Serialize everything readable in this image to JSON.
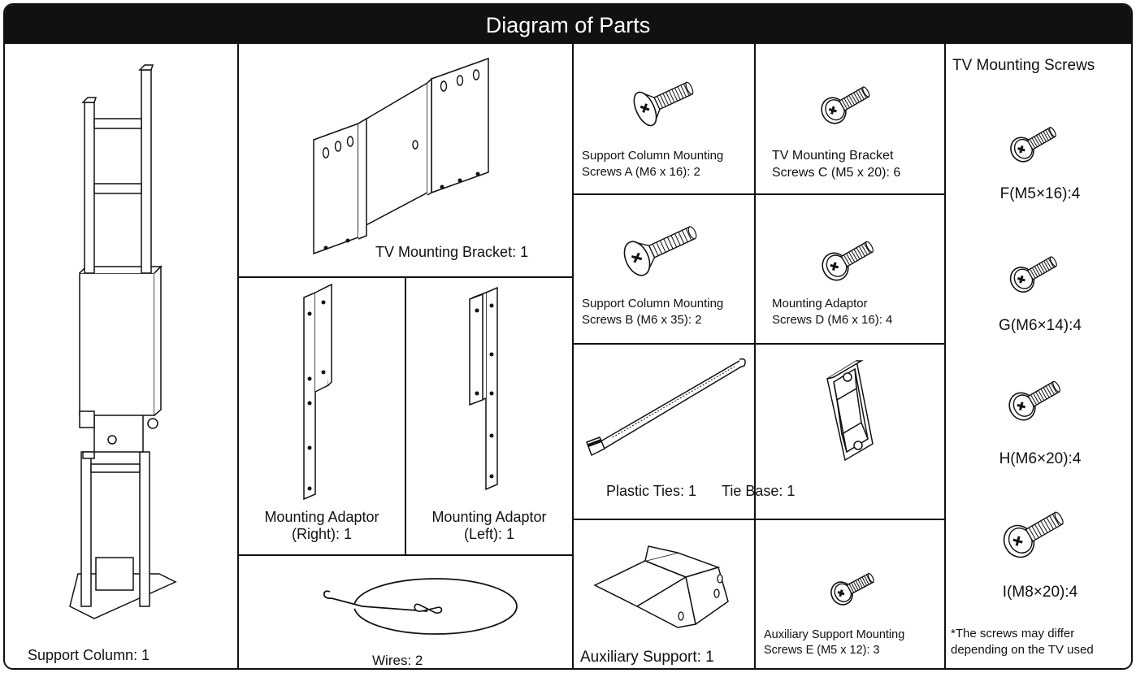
{
  "title": "Diagram of Parts",
  "parts": {
    "support_column": "Support Column: 1",
    "tv_mounting_bracket": "TV Mounting Bracket: 1",
    "mounting_adaptor_right_line1": "Mounting Adaptor",
    "mounting_adaptor_right_line2": "(Right): 1",
    "mounting_adaptor_left_line1": "Mounting Adaptor",
    "mounting_adaptor_left_line2": "(Left): 1",
    "wires": "Wires: 2",
    "screws_a_line1": "Support Column Mounting",
    "screws_a_line2": "Screws A (M6 x 16): 2",
    "screws_c_line1": "TV Mounting Bracket",
    "screws_c_line2": "Screws C (M5 x 20): 6",
    "screws_b_line1": "Support Column Mounting",
    "screws_b_line2": "Screws B (M6 x 35): 2",
    "screws_d_line1": "Mounting Adaptor",
    "screws_d_line2": "Screws D (M6 x 16): 4",
    "plastic_ties": "Plastic Ties: 1",
    "tie_base": "Tie Base: 1",
    "auxiliary_support": "Auxiliary Support: 1",
    "screws_e_line1": "Auxiliary Support Mounting",
    "screws_e_line2": "Screws E (M5 x 12): 3"
  },
  "tv_screws": {
    "heading": "TV Mounting Screws",
    "f": "F(M5×16):4",
    "g": "G(M6×14):4",
    "h": "H(M6×20):4",
    "i": "I(M8×20):4",
    "note_line1": "*The screws may differ",
    "note_line2": "depending on the TV used"
  }
}
